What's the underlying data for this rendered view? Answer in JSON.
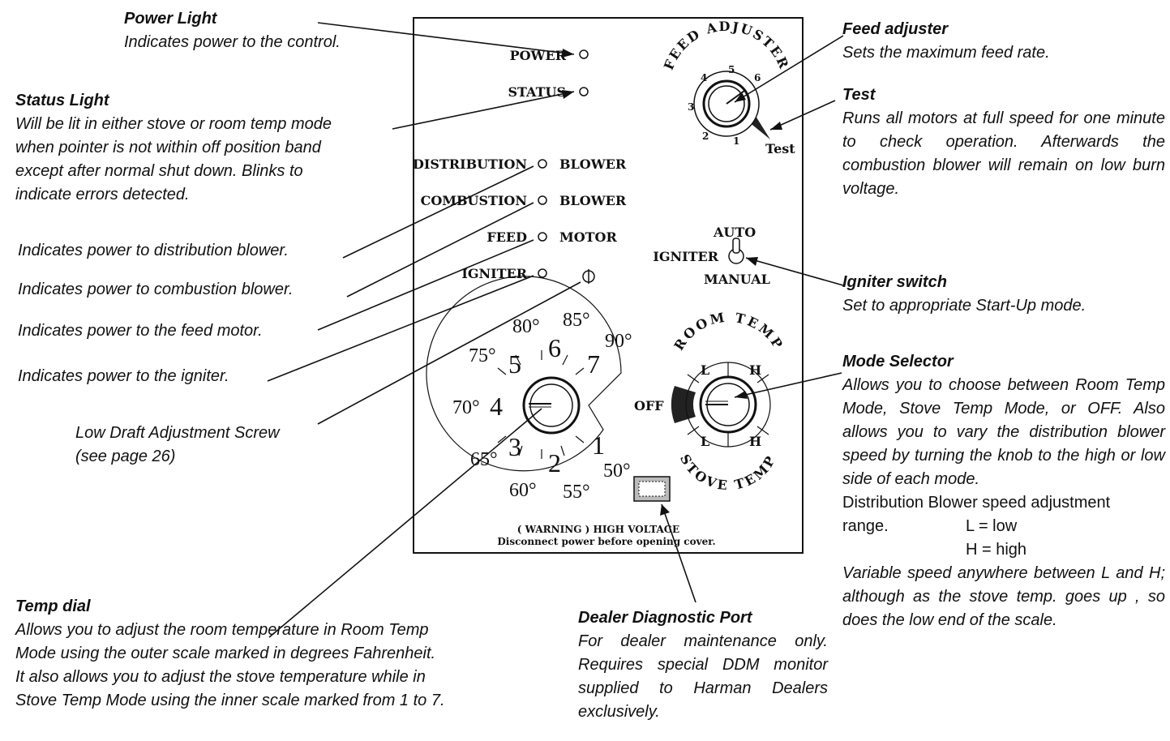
{
  "panel": {
    "power": "POWER",
    "status": "STATUS",
    "distribution": "DISTRIBUTION",
    "combustion": "COMBUSTION",
    "blower": "BLOWER",
    "feed": "FEED",
    "motor": "MOTOR",
    "igniter": "IGNITER",
    "feed_adjuster_arc": "FEED ADJUSTER",
    "feed_numbers": [
      "1",
      "2",
      "3",
      "4",
      "5",
      "6"
    ],
    "test": "Test",
    "auto": "AUTO",
    "manual": "MANUAL",
    "igniter_switch": "IGNITER",
    "room_temp": "ROOM TEMP",
    "stove_temp": "STOVE TEMP",
    "low": "L",
    "high": "H",
    "off": "OFF",
    "inner_scale": [
      "1",
      "2",
      "3",
      "4",
      "5",
      "6",
      "7"
    ],
    "outer_scale": [
      "50°",
      "55°",
      "60°",
      "65°",
      "70°",
      "75°",
      "80°",
      "85°",
      "90°"
    ],
    "warning_line1": "( WARNING ) HIGH VOLTAGE",
    "warning_line2": "Disconnect power before opening cover."
  },
  "annotations": {
    "power_light": {
      "title": "Power Light",
      "body": "Indicates power to the control."
    },
    "status_light": {
      "title": "Status Light",
      "lines": [
        "Will be lit in either stove or room temp mode",
        "when pointer is not within off position band",
        "except after normal shut down. Blinks to",
        "indicate errors detected."
      ]
    },
    "distribution": "Indicates power to distribution blower.",
    "combustion": "Indicates power to combustion blower.",
    "feed_motor": "Indicates power to the feed motor.",
    "igniter": "Indicates power to the igniter.",
    "low_draft": {
      "line1": "Low Draft Adjustment Screw",
      "line2": "(see page 26)"
    },
    "temp_dial": {
      "title": "Temp dial",
      "lines": [
        "Allows you to adjust the room temperature in Room Temp",
        "Mode using the outer scale marked in degrees Fahrenheit.",
        "It also allows you to adjust the stove temperature while in",
        "Stove Temp Mode using the inner scale marked from 1 to 7."
      ]
    },
    "diagnostic": {
      "title": "Dealer Diagnostic Port",
      "body": "For dealer maintenance only. Requires special DDM monitor supplied to Harman Dealers exclusively."
    },
    "feed_adjuster": {
      "title": "Feed adjuster",
      "body": "Sets the maximum feed rate."
    },
    "test": {
      "title": "Test",
      "body": "Runs all motors at full speed for one minute to check operation. Afterwards the combustion blower will remain on low burn voltage."
    },
    "igniter_switch": {
      "title": "Igniter switch",
      "body": "Set to appropriate Start-Up mode."
    },
    "mode_selector": {
      "title": "Mode Selector",
      "body": "Allows you to choose between Room Temp Mode, Stove Temp Mode, or OFF. Also allows you to vary the distribution blower speed by turning the knob to the high or low side of each mode.",
      "range_a": "Distribution Blower speed adjustment",
      "range_b": "range.",
      "l_low": "L = low",
      "h_high": "H = high",
      "variable": "Variable speed anywhere between L and H; although as the stove temp. goes up , so does the low end of the scale."
    }
  }
}
